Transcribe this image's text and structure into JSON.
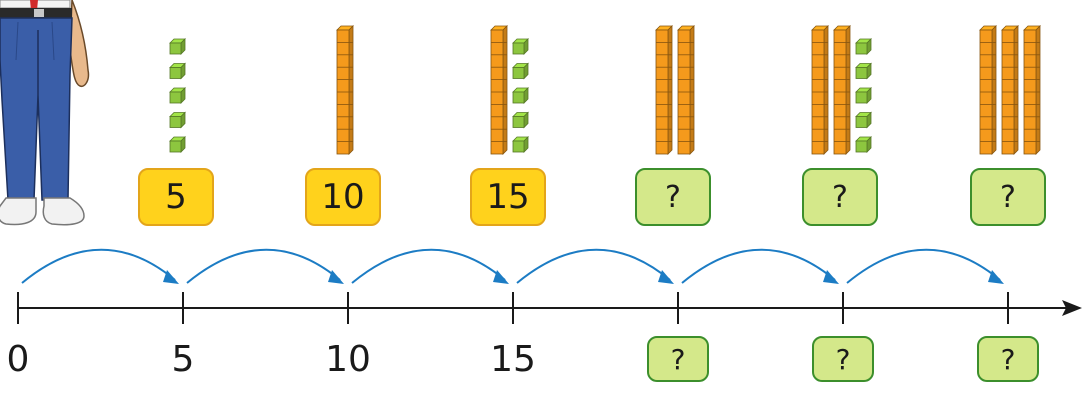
{
  "groups": [
    {
      "tens": 0,
      "ones": 5,
      "box_label": "5",
      "box_state": "known"
    },
    {
      "tens": 1,
      "ones": 0,
      "box_label": "10",
      "box_state": "known"
    },
    {
      "tens": 1,
      "ones": 5,
      "box_label": "15",
      "box_state": "known"
    },
    {
      "tens": 2,
      "ones": 0,
      "box_label": "?",
      "box_state": "unknown"
    },
    {
      "tens": 2,
      "ones": 5,
      "box_label": "?",
      "box_state": "unknown"
    },
    {
      "tens": 3,
      "ones": 0,
      "box_label": "?",
      "box_state": "unknown"
    }
  ],
  "number_line": {
    "labels": [
      "0",
      "5",
      "10",
      "15",
      "?",
      "?",
      "?"
    ],
    "unknown_flags": [
      false,
      false,
      false,
      false,
      true,
      true,
      true
    ]
  },
  "colors": {
    "ten_rod": "#f59a1c",
    "unit_cube": "#8dc63f",
    "known_box": "#ffd21c",
    "unknown_box": "#d4e88a",
    "arc": "#1c7cc4",
    "line": "#1a1a1a"
  },
  "icons": {
    "character": "student-figure-icon"
  }
}
